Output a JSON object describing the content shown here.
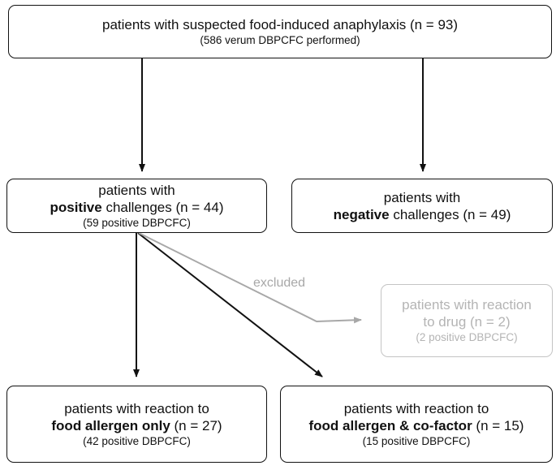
{
  "top_box": {
    "line1": "patients with suspected food-induced anaphylaxis (n = 93)",
    "line2": "(586 verum DBPCFC performed)"
  },
  "positive_box": {
    "line1": "patients with",
    "bold": "positive",
    "rest": " challenges (n = 44)",
    "line3": "(59 positive DBPCFC)"
  },
  "negative_box": {
    "line1": "patients with",
    "bold": "negative",
    "rest": " challenges (n = 49)"
  },
  "excluded_label": "excluded",
  "drug_box": {
    "line1": "patients with reaction",
    "line2": "to drug (n = 2)",
    "line3": "(2 positive DBPCFC)"
  },
  "food_only_box": {
    "line1": "patients with reaction to",
    "bold": "food allergen only",
    "rest": " (n = 27)",
    "line3": "(42 positive DBPCFC)"
  },
  "cofactor_box": {
    "line1": "patients with reaction to",
    "bold": "food allergen & co-factor",
    "rest": " (n = 15)",
    "line3": "(15 positive DBPCFC)"
  },
  "colors": {
    "line": "#111111",
    "excluded": "#a8a8a8"
  }
}
